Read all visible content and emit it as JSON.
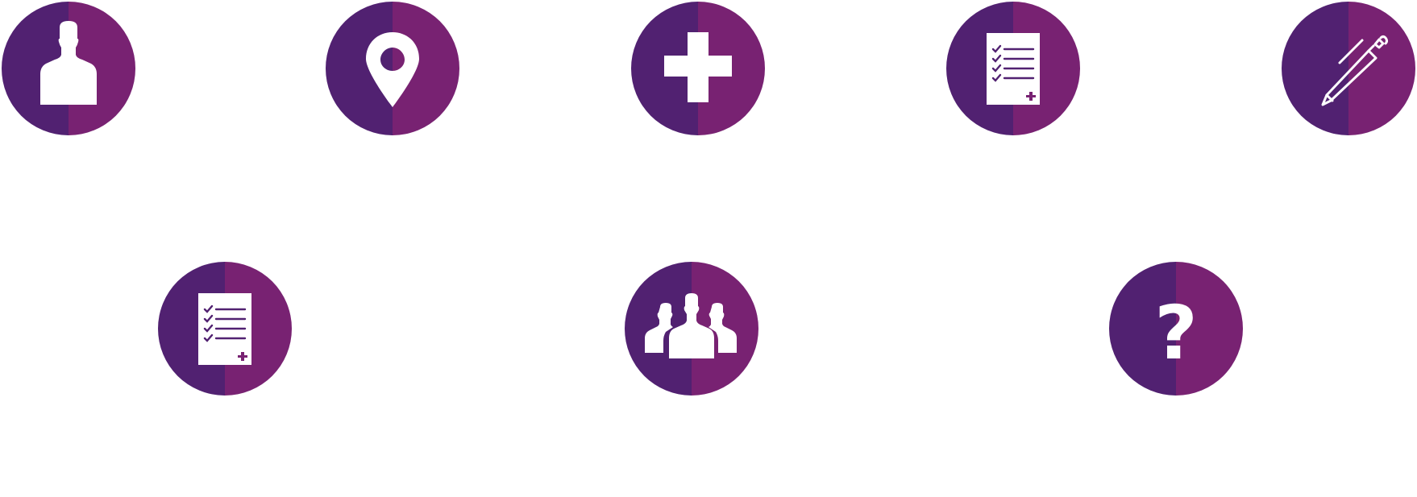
{
  "colors": {
    "left_half": "#512171",
    "right_half": "#782272",
    "glyph": "#ffffff"
  },
  "icons": [
    {
      "id": "user",
      "name": "user-icon"
    },
    {
      "id": "location",
      "name": "location-pin-icon"
    },
    {
      "id": "medical",
      "name": "medical-cross-icon"
    },
    {
      "id": "checklist",
      "name": "medical-checklist-icon"
    },
    {
      "id": "pencil",
      "name": "pencil-icon"
    },
    {
      "id": "checklist-2",
      "name": "medical-checklist-icon"
    },
    {
      "id": "group",
      "name": "user-group-icon"
    },
    {
      "id": "help",
      "name": "question-mark-icon"
    }
  ],
  "help": {
    "glyph": "?"
  }
}
